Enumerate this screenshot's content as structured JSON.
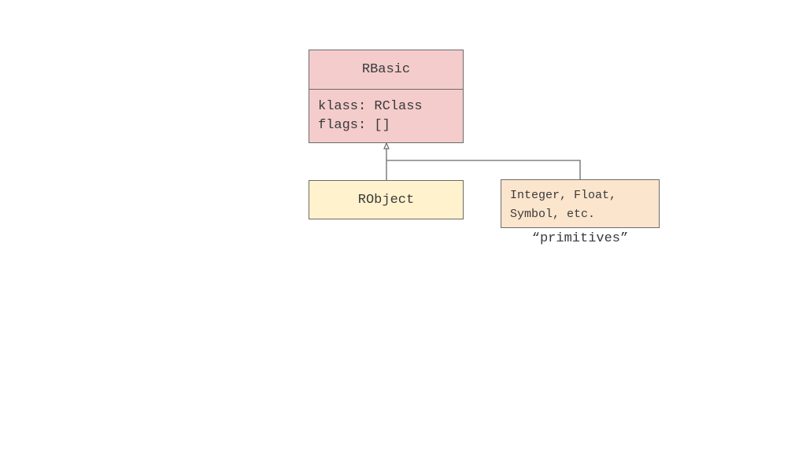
{
  "diagram": {
    "rbasic": {
      "title": "RBasic",
      "fields": [
        "klass: RClass",
        "flags: []"
      ]
    },
    "robject": {
      "title": "RObject"
    },
    "primitives": {
      "lines": [
        "Integer, Float,",
        "Symbol, etc."
      ],
      "caption": "“primitives”"
    },
    "colors": {
      "rbasic_fill": "#f4cccc",
      "robject_fill": "#fff2cc",
      "primitives_fill": "#fce5cd",
      "line": "#6b6b6b"
    }
  }
}
